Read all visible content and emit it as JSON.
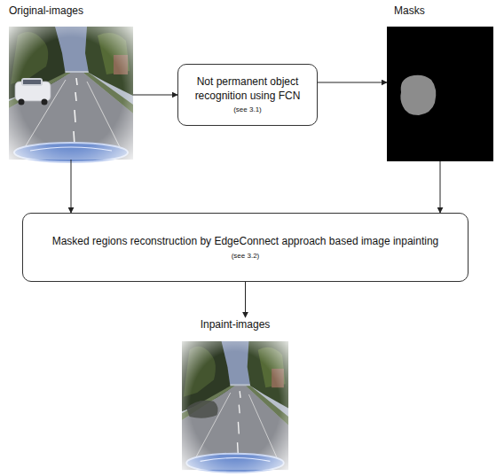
{
  "diagram": {
    "nodes": [
      {
        "text": [
          "Original-images"
        ]
      },
      {
        "text": [
          "Not permanent object recognition using FCN",
          "(see 3.1)"
        ]
      },
      {
        "text": [
          "Masks"
        ]
      },
      {
        "text": [
          "Masked regions reconstruction by EdgeConnect approach based image inpainting",
          "(see 3.2)"
        ]
      },
      {
        "text": [
          "Inpaint-images"
        ]
      }
    ],
    "edges": [
      {
        "from": 0,
        "to": 1,
        "arrow": "to"
      },
      {
        "from": 1,
        "to": 2,
        "arrow": "to"
      },
      {
        "from": 0,
        "to": 3,
        "arrow": "to"
      },
      {
        "from": 2,
        "to": 3,
        "arrow": "to"
      },
      {
        "from": 3,
        "to": 4,
        "arrow": "to"
      }
    ]
  }
}
